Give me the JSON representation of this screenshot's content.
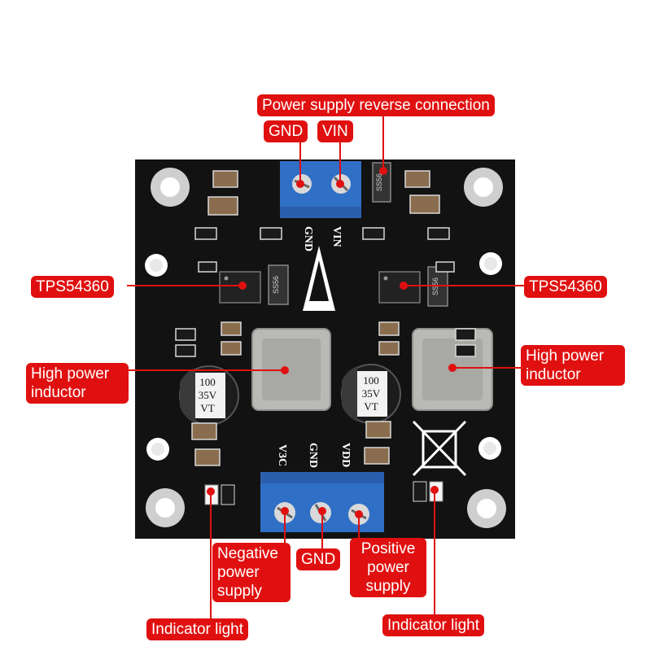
{
  "labels": {
    "reverse_connection": "Power supply reverse connection",
    "gnd_top": "GND",
    "vin_top": "VIN",
    "tps_left": "TPS54360",
    "tps_right": "TPS54360",
    "inductor_left": [
      "High power",
      "inductor"
    ],
    "inductor_right": [
      "High power",
      "inductor"
    ],
    "negative_supply": [
      "Negative",
      "power",
      "supply"
    ],
    "gnd_bottom": "GND",
    "positive_supply": [
      "Positive",
      "power",
      "supply"
    ],
    "indicator_left": "Indicator light",
    "indicator_right": "Indicator light"
  },
  "board": {
    "silkscreen": {
      "gnd_in": "GND",
      "vin_in": "VIN",
      "v3c": "V3C",
      "gnd_out": "GND",
      "vdd": "VDD",
      "cap_left": [
        "100",
        "35V",
        "VT"
      ],
      "cap_right": [
        "100",
        "35V",
        "VT"
      ],
      "diode_left": "SS56",
      "diode_right": "SS56",
      "diode_top": "SS56"
    },
    "colors": {
      "pcb": "#121212",
      "callout": "#e01010",
      "terminal": "#2f6fc6",
      "inductor": "#b9b9b6"
    }
  }
}
